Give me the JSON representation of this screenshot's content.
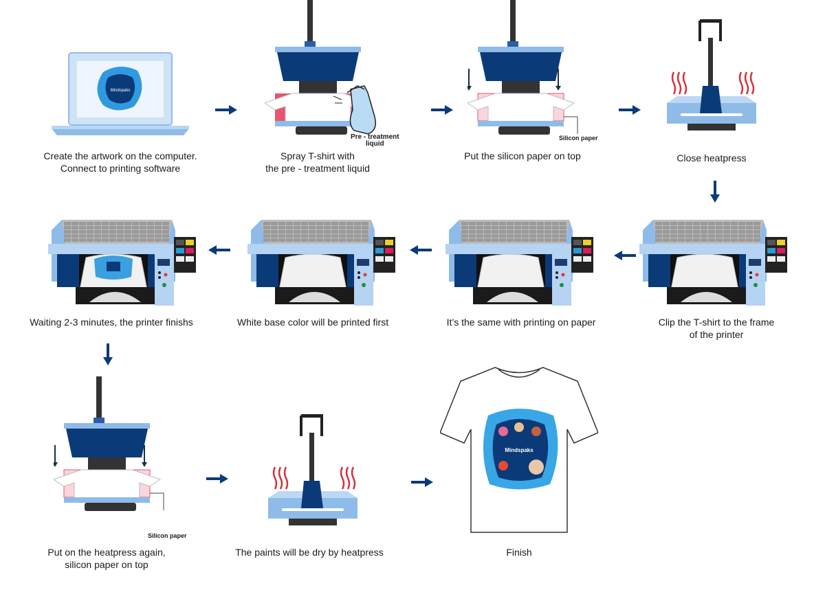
{
  "colors": {
    "dark_blue": "#0b3a78",
    "light_blue": "#8fbbe8",
    "red": "#e8566e",
    "arrow": "#0b3a78"
  },
  "steps": [
    {
      "caption": [
        "Create the artwork on the computer.",
        "Connect to printing software"
      ],
      "icon": "laptop"
    },
    {
      "caption": [
        "Spray T-shirt with",
        "the pre - treatment liquid"
      ],
      "icon": "heatpress-open-spray",
      "label": [
        "Pre - treatment",
        "liquid"
      ]
    },
    {
      "caption": [
        "Put the silicon paper on top"
      ],
      "icon": "heatpress-open-silicon",
      "label": [
        "Silicon paper"
      ]
    },
    {
      "caption": [
        "Close heatpress"
      ],
      "icon": "heatpress-closed"
    },
    {
      "caption": [
        "Clip the T-shirt to the frame",
        "of the printer"
      ],
      "icon": "printer"
    },
    {
      "caption": [
        "It’s the same with printing on paper"
      ],
      "icon": "printer"
    },
    {
      "caption": [
        "White base color will be printed first"
      ],
      "icon": "printer"
    },
    {
      "caption": [
        "Waiting 2-3 minutes, the printer finishs"
      ],
      "icon": "printer-printed"
    },
    {
      "caption": [
        "Put on the heatpress again,",
        "silicon paper on top"
      ],
      "icon": "heatpress-open-silicon",
      "label": [
        "Silicon paper"
      ]
    },
    {
      "caption": [
        "The paints will be dry by heatpress"
      ],
      "icon": "heatpress-closed"
    },
    {
      "caption": [
        "Finish"
      ],
      "icon": "tshirt"
    }
  ],
  "logo_text": "Mindspaks"
}
